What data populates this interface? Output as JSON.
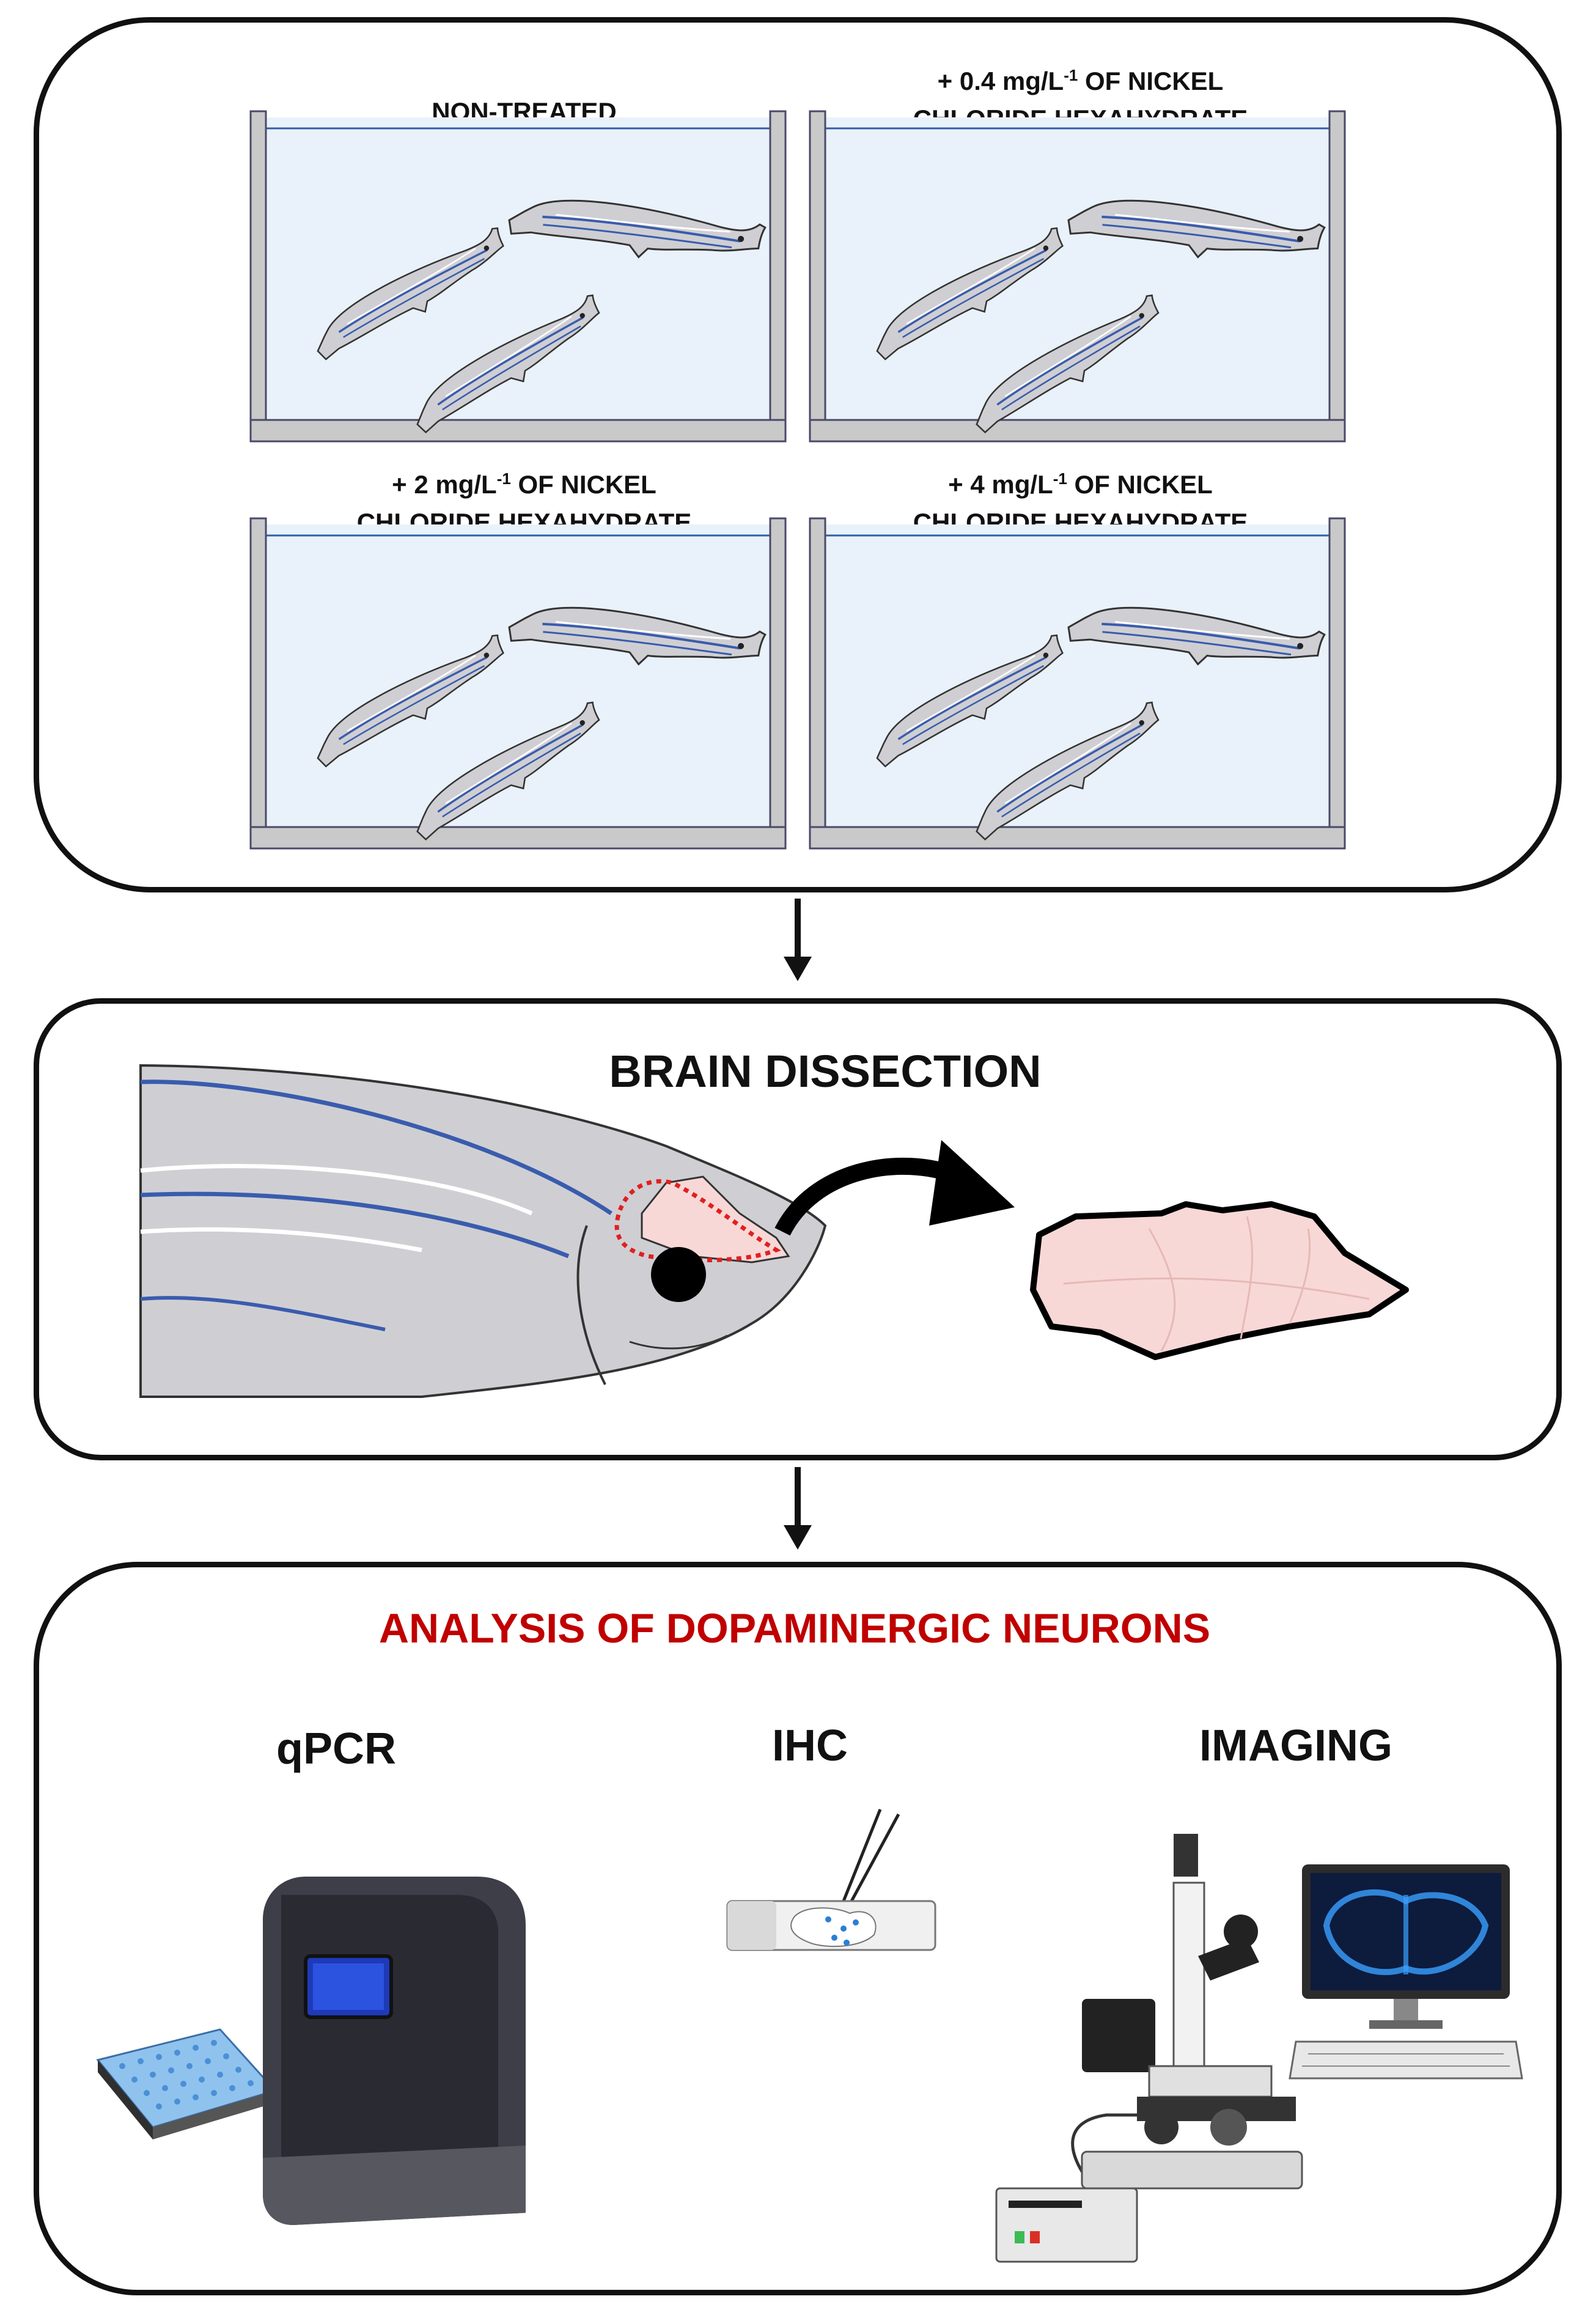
{
  "treatment": {
    "groups": [
      {
        "line1": "NON-TREATED",
        "line2_main": "",
        "line2_sup": "",
        "line2_tail": ""
      },
      {
        "line1_main": "+ 0.4 mg/L",
        "line1_sup": "-1",
        "line1_tail": " OF NICKEL",
        "line2": "CHLORIDE HEXAHYDRATE"
      },
      {
        "line1_main": "+ 2 mg/L",
        "line1_sup": "-1",
        "line1_tail": " OF NICKEL",
        "line2": "CHLORIDE HEXAHYDRATE"
      },
      {
        "line1_main": "+ 4 mg/L",
        "line1_sup": "-1",
        "line1_tail": " OF NICKEL",
        "line2": "CHLORIDE HEXAHYDRATE"
      }
    ]
  },
  "dissection": {
    "title": "BRAIN DISSECTION"
  },
  "analysis": {
    "title": "ANALYSIS OF DOPAMINERGIC NEURONS",
    "methods": [
      "qPCR",
      "IHC",
      "IMAGING"
    ]
  },
  "colors": {
    "water": "#e9f2fa",
    "tank_wall": "#c9c9c9",
    "fish_body": "#cfcfd3",
    "fish_stripe": "#3a5cae",
    "brain": "#f8d8d6",
    "red_title": "#c00000",
    "dashed_outline": "#e02020"
  }
}
